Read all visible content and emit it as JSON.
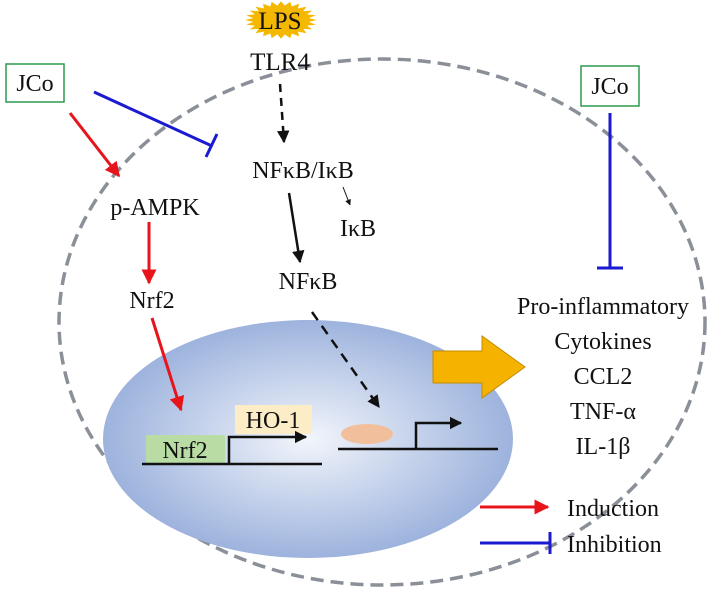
{
  "stimulus": {
    "label": "LPS",
    "color": "#f5b800"
  },
  "receptor": {
    "label": "TLR4"
  },
  "jco_left": {
    "label": "JCo"
  },
  "jco_right": {
    "label": "JCo"
  },
  "ampk": {
    "label": "p-AMPK"
  },
  "nrf2_cyto": {
    "label": "Nrf2"
  },
  "nfkb_complex": {
    "label": "NFκB/IκB"
  },
  "ikb": {
    "label": "IκB"
  },
  "nfkb": {
    "label": "NFκB"
  },
  "nucleus": {
    "nrf2_label": "Nrf2",
    "ho1_label": "HO-1"
  },
  "outputs": [
    "Pro-inflammatory",
    "Cytokines",
    "CCL2",
    "TNF-α",
    "IL-1β"
  ],
  "legend": {
    "induction": "Induction",
    "inhibition": "Inhibition"
  },
  "colors": {
    "induction": "#e8141c",
    "inhibition": "#1a1ad0",
    "box_border": "#2e9a4e",
    "nrf2_box": "#b8dca4",
    "ho1_box": "#fdedc6",
    "nfkb_blob": "#f2bf9d",
    "big_arrow": "#f5b300",
    "cell_border": "#8a8f98",
    "nucleus_center": "#f2f5fb",
    "nucleus_edge": "#9db3dd"
  }
}
